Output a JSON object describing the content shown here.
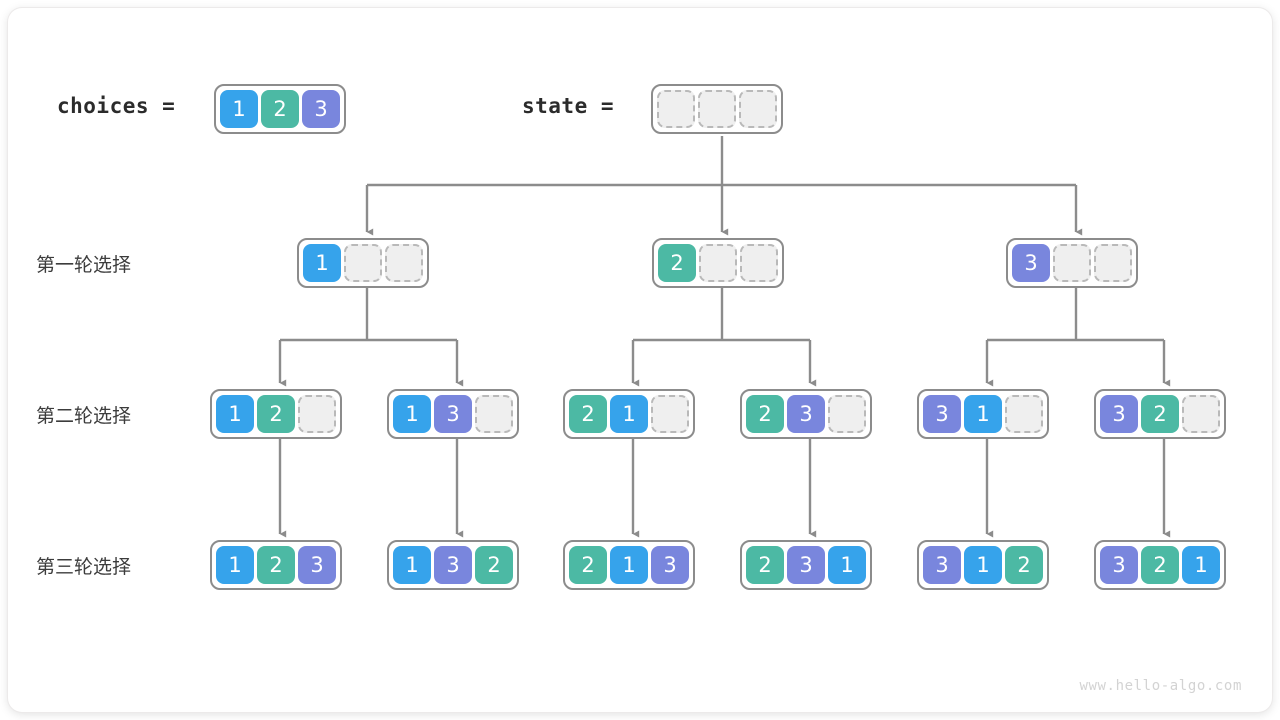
{
  "colors": {
    "value_1": "#36a3eb",
    "value_2": "#4cb9a4",
    "value_3": "#7986dd",
    "empty_fill": "#efefef",
    "empty_border": "#b9b9b9",
    "array_border": "#8c8c8c",
    "wire": "#8c8c8c",
    "text": "#3c3c3c",
    "watermark": "#d3d3d3",
    "background": "#ffffff"
  },
  "legend": {
    "choices_label": "choices =",
    "choices_values": [
      "1",
      "2",
      "3"
    ],
    "state_label": "state =",
    "state_values": [
      "",
      "",
      ""
    ]
  },
  "rows": [
    {
      "title": "第一轮选择",
      "nodes": [
        {
          "values": [
            "1",
            "",
            ""
          ]
        },
        {
          "values": [
            "2",
            "",
            ""
          ]
        },
        {
          "values": [
            "3",
            "",
            ""
          ]
        }
      ]
    },
    {
      "title": "第二轮选择",
      "nodes": [
        {
          "values": [
            "1",
            "2",
            ""
          ]
        },
        {
          "values": [
            "1",
            "3",
            ""
          ]
        },
        {
          "values": [
            "2",
            "1",
            ""
          ]
        },
        {
          "values": [
            "2",
            "3",
            ""
          ]
        },
        {
          "values": [
            "3",
            "1",
            ""
          ]
        },
        {
          "values": [
            "3",
            "2",
            ""
          ]
        }
      ]
    },
    {
      "title": "第三轮选择",
      "nodes": [
        {
          "values": [
            "1",
            "2",
            "3"
          ]
        },
        {
          "values": [
            "1",
            "3",
            "2"
          ]
        },
        {
          "values": [
            "2",
            "1",
            "3"
          ]
        },
        {
          "values": [
            "2",
            "3",
            "1"
          ]
        },
        {
          "values": [
            "3",
            "1",
            "2"
          ]
        },
        {
          "values": [
            "3",
            "2",
            "1"
          ]
        }
      ]
    }
  ],
  "watermark": "www.hello-algo.com"
}
